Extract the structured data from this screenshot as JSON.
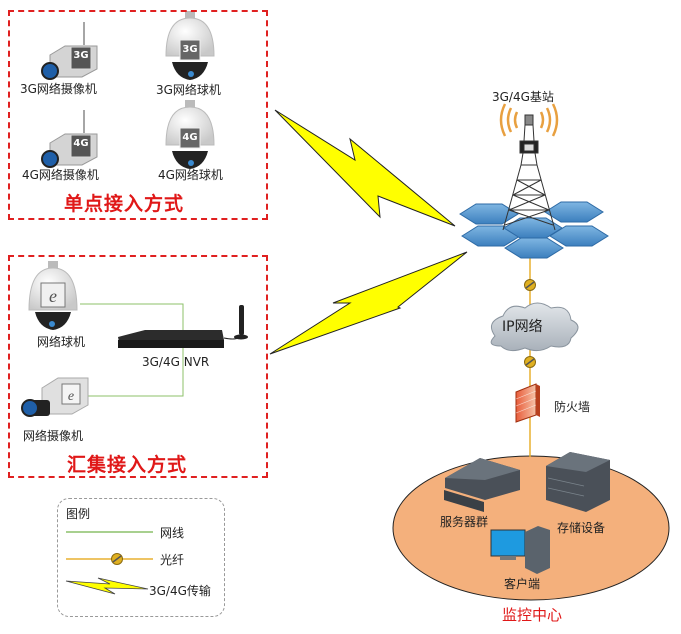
{
  "single_group": {
    "title": "单点接入方式",
    "devices": [
      {
        "label": "3G网络摄像机",
        "badge": "3G",
        "type": "box-camera"
      },
      {
        "label": "3G网络球机",
        "badge": "3G",
        "type": "dome-camera"
      },
      {
        "label": "4G网络摄像机",
        "badge": "4G",
        "type": "box-camera"
      },
      {
        "label": "4G网络球机",
        "badge": "4G",
        "type": "dome-camera"
      }
    ]
  },
  "aggregate_group": {
    "title": "汇集接入方式",
    "dome_label": "网络球机",
    "box_label": "网络摄像机",
    "nvr_label": "3G/4G NVR"
  },
  "legend": {
    "title": "图例",
    "items": [
      {
        "label": "网线",
        "type": "network-cable"
      },
      {
        "label": "光纤",
        "type": "fiber"
      },
      {
        "label": "3G/4G传输",
        "type": "wireless"
      }
    ]
  },
  "base_station": {
    "label": "3G/4G基站"
  },
  "ip_network": {
    "label": "IP网络"
  },
  "firewall": {
    "label": "防火墙"
  },
  "monitor_center": {
    "title": "监控中心",
    "items": [
      {
        "label": "服务器群"
      },
      {
        "label": "存储设备"
      },
      {
        "label": "客户端"
      }
    ]
  },
  "colors": {
    "group_border": "#e02020",
    "cable": "#8cc06a",
    "fiber": "#e8b030",
    "lightning": "#ffff00",
    "center_fill": "#f4b07c",
    "hex_blue": "#4a90c8"
  }
}
